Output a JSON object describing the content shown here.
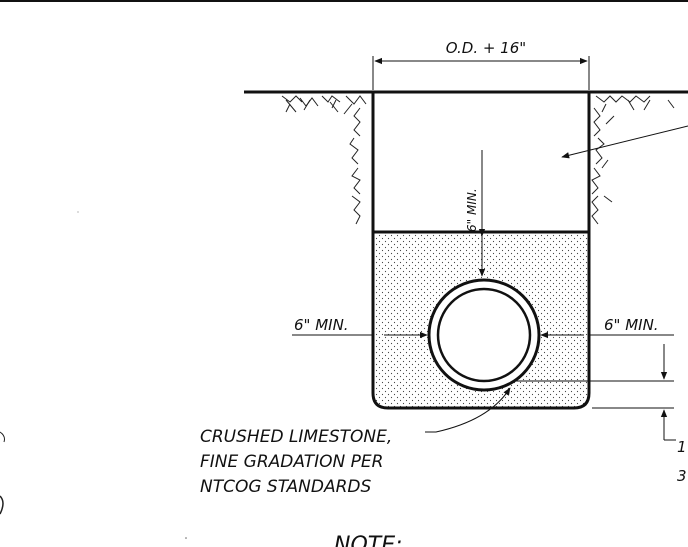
{
  "drawing": {
    "dim_top": "O.D. + 16\"",
    "dim_vertical": "6\" MIN.",
    "dim_left": "6\" MIN.",
    "dim_right": "6\" MIN.",
    "callout_lines": [
      "CRUSHED LIMESTONE,",
      "FINE GRADATION PER",
      "NTCOG STANDARDS"
    ],
    "note_heading": "NOTE:",
    "edge_fragments": {
      "right_a": "1",
      "right_b": "3"
    }
  }
}
